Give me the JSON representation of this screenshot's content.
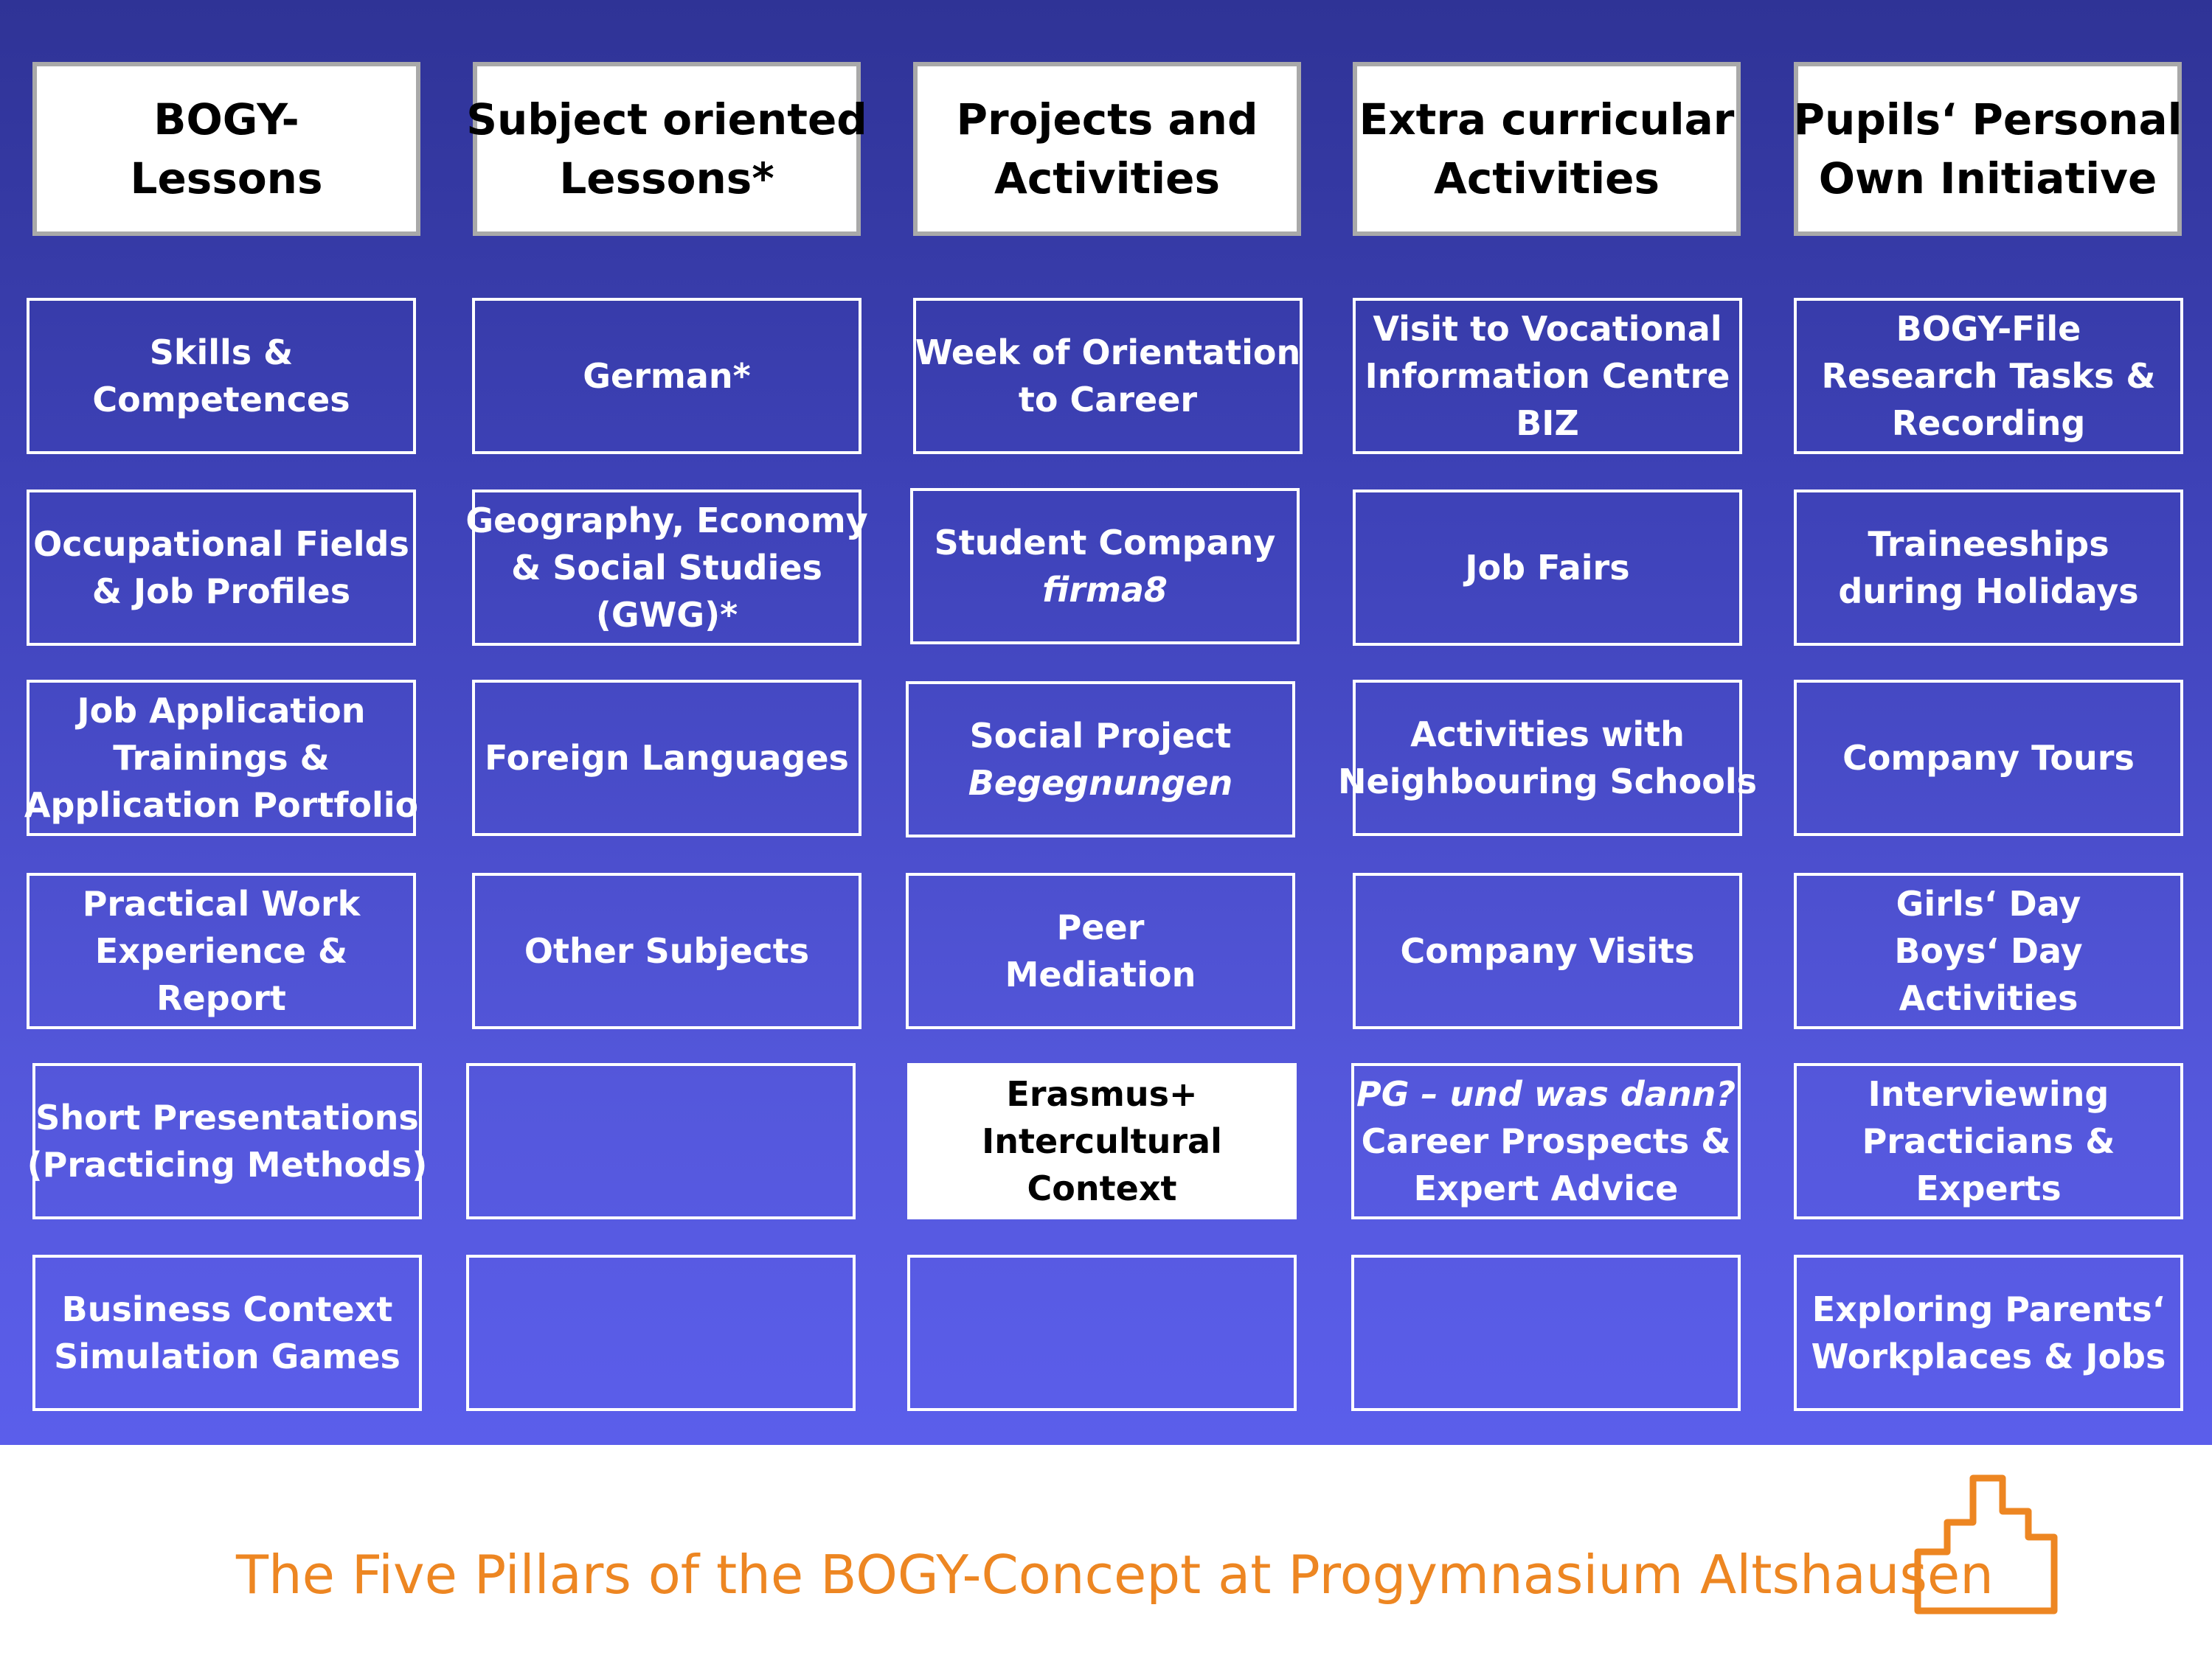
{
  "colors": {
    "background_top": "#2f3396",
    "background_bottom": "#5b5eeb",
    "box_border": "#ffffff",
    "header_border": "#a9a9a9",
    "footer_text": "#ed8622"
  },
  "columns": [
    {
      "header": [
        "BOGY-",
        "Lessons"
      ],
      "cells": [
        [
          "Skills &",
          "Competences"
        ],
        [
          "Occupational Fields",
          "& Job Profiles"
        ],
        [
          "Job Application",
          "Trainings &",
          "Application Portfolio"
        ],
        [
          "Practical Work",
          "Experience &",
          "Report"
        ],
        [
          "Short Presentations",
          "(Practicing Methods)"
        ],
        [
          "Business Context",
          "Simulation Games"
        ]
      ]
    },
    {
      "header": [
        "Subject oriented",
        "Lessons*"
      ],
      "cells": [
        [
          "German*"
        ],
        [
          "Geography, Economy",
          "& Social Studies",
          "(GWG)*"
        ],
        [
          "Foreign Languages"
        ],
        [
          "Other Subjects"
        ],
        [],
        []
      ]
    },
    {
      "header": [
        "Projects and",
        "Activities"
      ],
      "cells": [
        [
          "Week of Orientation",
          "to Career"
        ],
        [
          "Student Company",
          "firma8"
        ],
        [
          "Social Project",
          "Begegnungen"
        ],
        [
          "Peer",
          "Mediation"
        ],
        [
          "Erasmus+",
          "Intercultural",
          "Context"
        ],
        []
      ]
    },
    {
      "header": [
        "Extra curricular",
        "Activities"
      ],
      "cells": [
        [
          "Visit to Vocational",
          "Information Centre",
          "BIZ"
        ],
        [
          "Job Fairs"
        ],
        [
          "Activities with",
          "Neighbouring Schools"
        ],
        [
          "Company Visits"
        ],
        [
          "PG – und was dann?",
          "Career Prospects &",
          "Expert Advice"
        ],
        []
      ]
    },
    {
      "header": [
        "Pupils‘ Personal",
        "Own Initiative"
      ],
      "cells": [
        [
          "BOGY-File",
          "Research Tasks &",
          "Recording"
        ],
        [
          "Traineeships",
          "during Holidays"
        ],
        [
          "Company Tours"
        ],
        [
          "Girls‘ Day",
          "Boys‘ Day",
          "Activities"
        ],
        [
          "Interviewing",
          "Practicians &",
          "Experts"
        ],
        [
          "Exploring Parents‘",
          "Workplaces & Jobs"
        ]
      ]
    }
  ],
  "footer": {
    "title": "The Five Pillars of the BOGY-Concept at Progymnasium Altshausen",
    "logo_icon": "building-outline-icon"
  }
}
